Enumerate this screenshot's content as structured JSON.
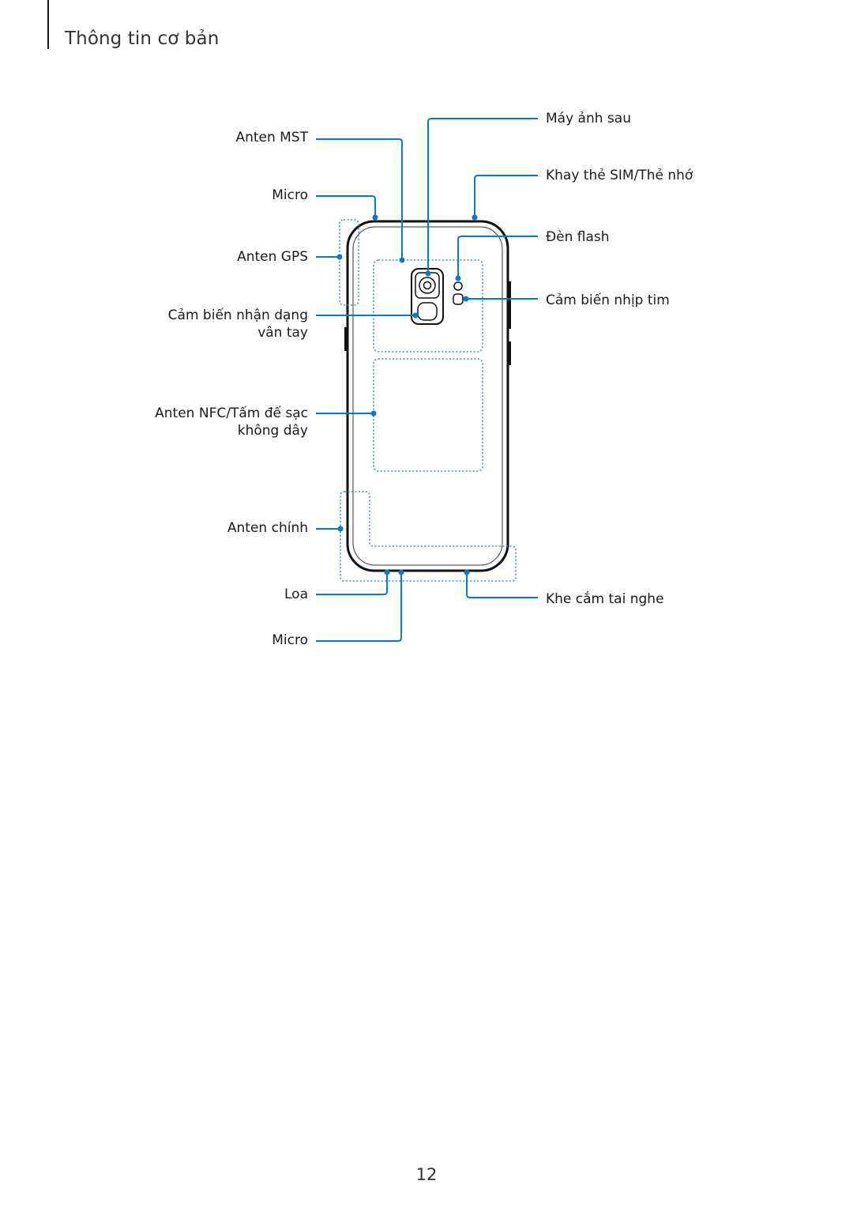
{
  "header": {
    "section_title": "Thông tin cơ bản"
  },
  "labels": {
    "mst_antenna": "Anten MST",
    "top_microphone": "Micro",
    "gps_antenna": "Anten GPS",
    "fingerprint_sensor": "Cảm biến nhận dạng vân tay",
    "nfc_antenna": "Anten NFC/Tấm đế sạc không dây",
    "main_antenna": "Anten chính",
    "speaker": "Loa",
    "bottom_microphone": "Micro",
    "rear_camera": "Máy ảnh sau",
    "sim_tray": "Khay thẻ SIM/Thẻ nhớ",
    "flash": "Đèn flash",
    "heart_rate_sensor": "Cảm biến nhịp tim",
    "earphone_jack": "Khe cắm tai nghe"
  },
  "colors": {
    "callout": "#0a7bc1",
    "outline": "#111111",
    "dashed_region": "#3a8fd0"
  },
  "page_number": "12"
}
